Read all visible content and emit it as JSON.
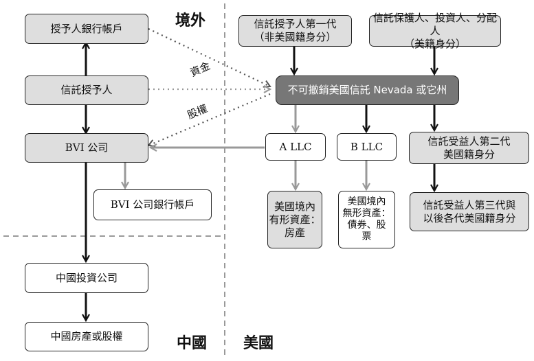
{
  "regions": {
    "offshore": "境外",
    "china": "中國",
    "usa": "美國"
  },
  "edges": {
    "funds": "資金",
    "equity": "股權"
  },
  "nodes": {
    "grantor_bank": "授予人銀行帳戶",
    "grantor": "信託授予人",
    "bvi_company": "BVI 公司",
    "bvi_bank": "BVI 公司銀行帳戶",
    "china_investment": "中國投資公司",
    "china_property": "中國房產或股權",
    "first_gen": "信託授予人第一代\n（非美國籍身分）",
    "protector": "信託保護人、投資人、分配人\n（美籍身分）",
    "trust": "不可撤銷美國信託 Nevada 或它州",
    "a_llc": "A LLC",
    "b_llc": "B LLC",
    "second_gen": "信託受益人第二代\n美國籍身分",
    "tangible": "美國境內\n有形資產：\n房產",
    "intangible": "美國境內\n無形資產：\n債券、股\n票",
    "third_gen": "信託受益人第三代與\n以後各代美國籍身分"
  },
  "colors": {
    "gray_box": "#dedede",
    "dark_box": "#777777",
    "arrow_black": "#111111",
    "arrow_gray": "#999999",
    "divider": "#999999"
  }
}
